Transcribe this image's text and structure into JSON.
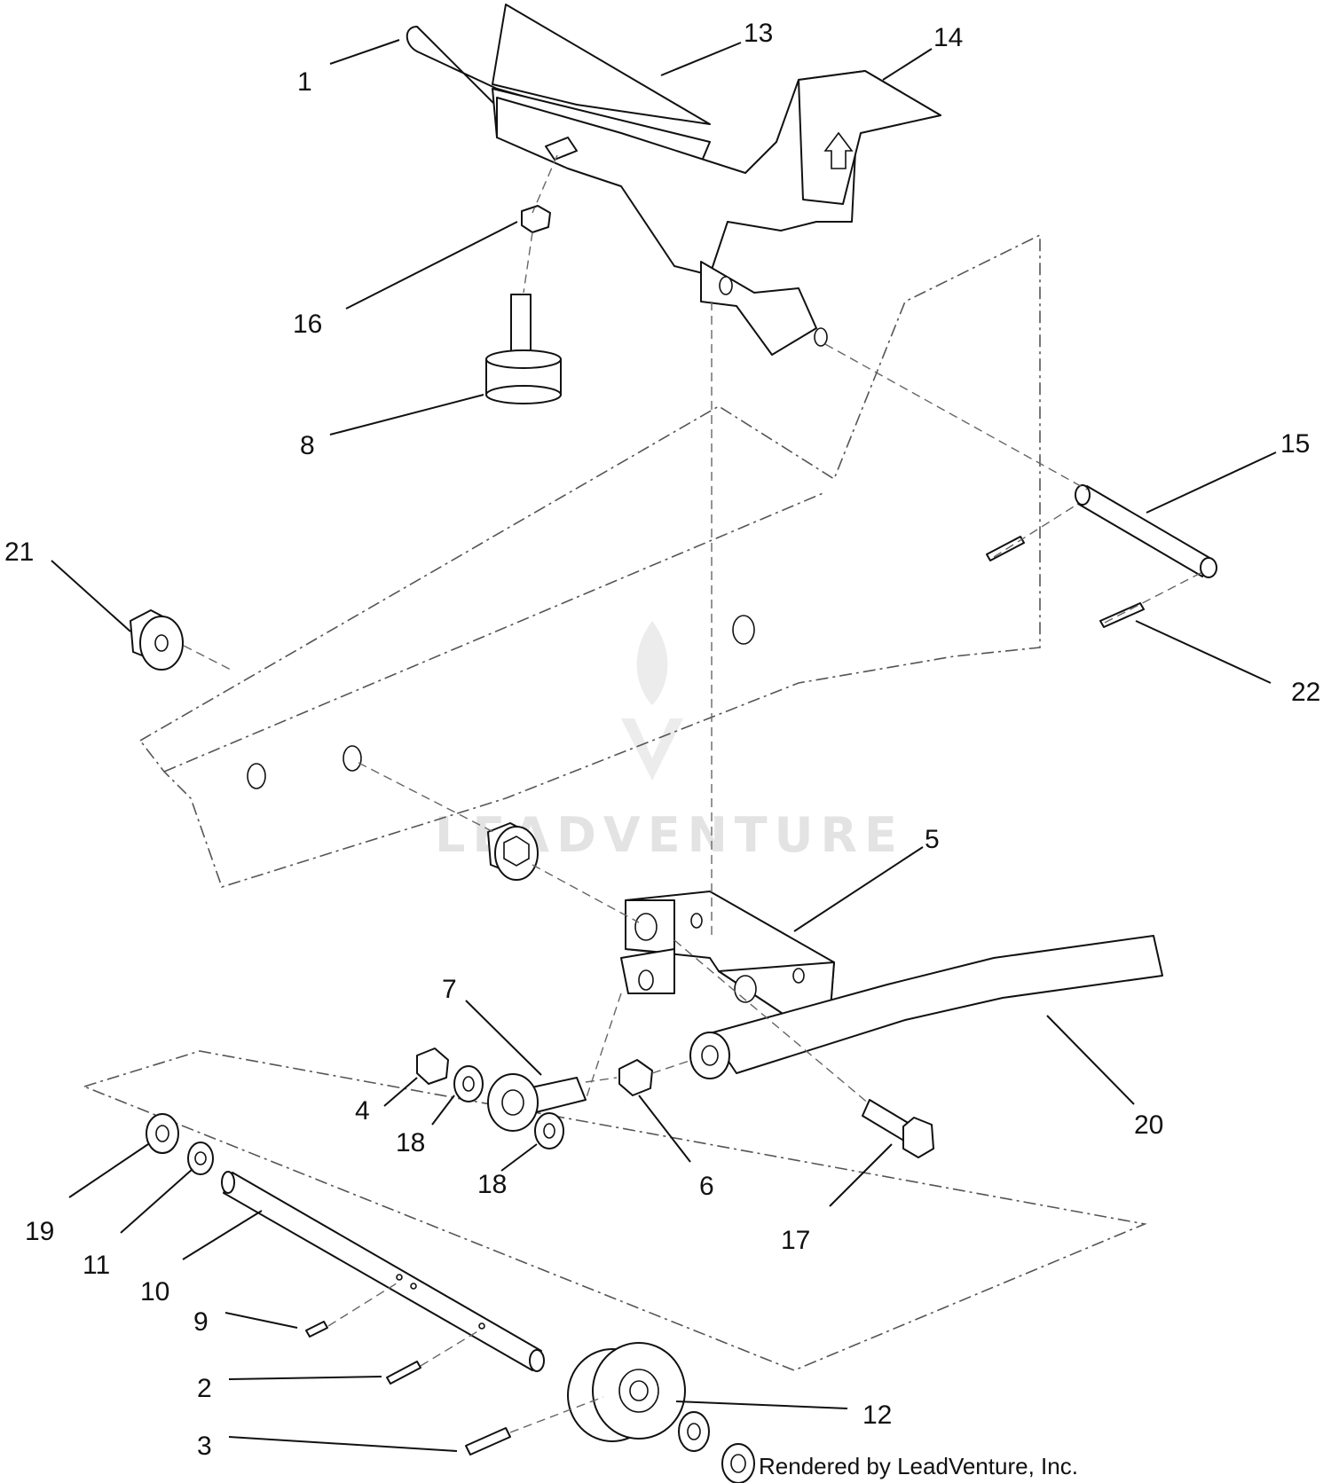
{
  "watermark": "LEADVENTURE",
  "credit": "Rendered by LeadVenture, Inc.",
  "callouts": [
    "1",
    "13",
    "14",
    "16",
    "8",
    "15",
    "21",
    "22",
    "5",
    "7",
    "4",
    "18",
    "18",
    "6",
    "17",
    "20",
    "19",
    "11",
    "10",
    "9",
    "2",
    "12",
    "3"
  ]
}
